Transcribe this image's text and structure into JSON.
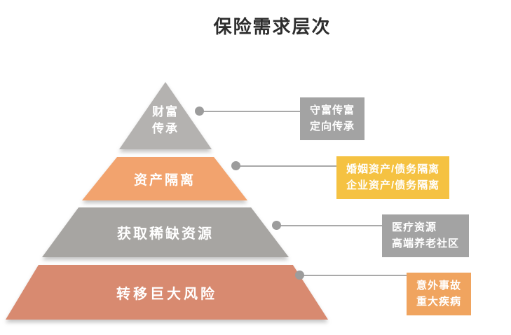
{
  "title": "保险需求层次",
  "pyramid": {
    "levels": [
      {
        "id": "wealth-inheritance",
        "lines": [
          "财富",
          "传承"
        ],
        "fill": "#b4b2b0",
        "text_color": "#ffffff"
      },
      {
        "id": "asset-isolation",
        "lines": [
          "资产隔离"
        ],
        "fill": "#f2a36e",
        "text_color": "#ffffff"
      },
      {
        "id": "scarce-resources",
        "lines": [
          "获取稀缺资源"
        ],
        "fill": "#a7a5a2",
        "text_color": "#ffffff"
      },
      {
        "id": "transfer-major-risk",
        "lines": [
          "转移巨大风险"
        ],
        "fill": "#d88a70",
        "text_color": "#ffffff"
      }
    ]
  },
  "annotations": [
    {
      "id": "wealth-note",
      "lines": [
        "守富传富",
        "定向传承"
      ],
      "fill": "#a3a3a3",
      "text_color": "#ffffff"
    },
    {
      "id": "isolation-note",
      "lines": [
        "婚姻资产/债务隔离",
        "企业资产/债务隔离"
      ],
      "fill": "#f5c242",
      "text_color": "#ffffff"
    },
    {
      "id": "resource-note",
      "lines": [
        "医疗资源",
        "高端养老社区"
      ],
      "fill": "#a3a3a3",
      "text_color": "#ffffff"
    },
    {
      "id": "risk-note",
      "lines": [
        "意外事故",
        "重大疾病"
      ],
      "fill": "#f0a45f",
      "text_color": "#ffffff"
    }
  ],
  "colors": {
    "connector_line": "#a9a9a9",
    "connector_dot": "#9c9c9c",
    "title_text": "#2d2d2d",
    "background": "#ffffff"
  }
}
